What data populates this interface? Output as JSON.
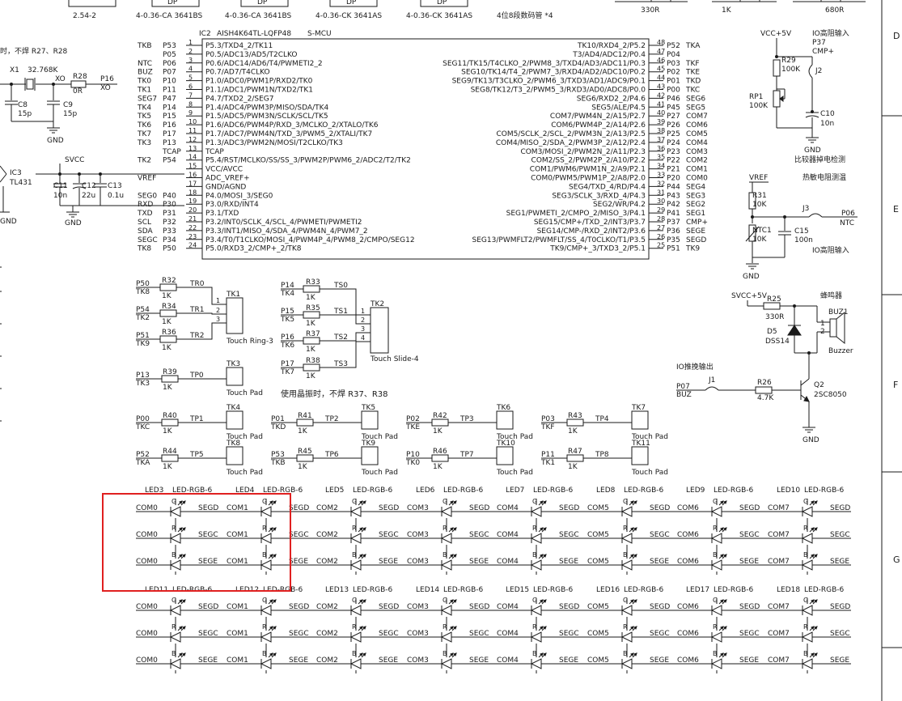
{
  "colors": {
    "line": "#1a1a1a",
    "highlight": "#e02020",
    "background": "#ffffff"
  },
  "border": {
    "rows": [
      "D",
      "E",
      "F",
      "G"
    ]
  },
  "top": {
    "segs": [
      "DP",
      "DP",
      "DP",
      "DP"
    ],
    "parts": [
      "2.54-2",
      "4-0.36-CA 3641BS",
      "4-0.36-CA 3641BS",
      "4-0.36-CK 3641AS",
      "4-0.36-CK 3641AS"
    ],
    "desc": "4位8段数码管 *4",
    "resistors": [
      "330R",
      "1K",
      "680R"
    ]
  },
  "left": {
    "note": "时，不焊 R27、R28",
    "x1": "X1",
    "x1_val": "32.768K",
    "xo": "XO",
    "r28": "R28",
    "r28_val": "0R",
    "p16": "P16",
    "xo2": "XO",
    "c8": "C8",
    "c8_val": "15p",
    "c9": "C9",
    "c9_val": "15p",
    "gnd": "GND",
    "ic3": "IC3",
    "ic3_part": "TL431",
    "gnd2": "GND",
    "svcc": "SVCC",
    "c11": "C11",
    "c11_val": "10n",
    "c12": "C12",
    "c12_val": "22u",
    "c13": "C13",
    "c13_val": "0.1u",
    "gnd3": "GND"
  },
  "mcu": {
    "ref": "IC2",
    "part": "AISH4K64TL-LQFP48",
    "name": "S-MCU",
    "left_nets": [
      "TKB",
      "",
      "NTC",
      "BUZ",
      "TK0",
      "TK1",
      "SEG7",
      "TK4",
      "TK5",
      "TK6",
      "TK7",
      "TK3",
      "",
      "TK2",
      "",
      "VREF",
      "",
      "SEG0",
      "RXD",
      "TXD",
      "SCL",
      "SDA",
      "SEGC",
      "TK8"
    ],
    "left_ports": [
      "P53",
      "P05",
      "P06",
      "P07",
      "P10",
      "P11",
      "P47",
      "P14",
      "P15",
      "P16",
      "P17",
      "P13",
      "TCAP",
      "P54",
      "",
      "",
      "",
      "P40",
      "P30",
      "P31",
      "P32",
      "P33",
      "P34",
      "P50"
    ],
    "left_pins": [
      "1",
      "2",
      "3",
      "4",
      "5",
      "6",
      "7",
      "8",
      "9",
      "10",
      "11",
      "12",
      "13",
      "14",
      "15",
      "16",
      "17",
      "18",
      "19",
      "20",
      "21",
      "22",
      "23",
      "24"
    ],
    "left_funcs": [
      "P5.3/TXD4_2/TK11",
      "P0.5/ADC13/AD5/T2CLKO",
      "P0.6/ADC14/AD6/T4/PWMETI2_2",
      "P0.7/AD7/T4CLKO",
      "P1.0/ADC0/PWM1P/RXD2/TK0",
      "P1.1/ADC1/PWM1N/TXD2/TK1",
      "P4.7/TXD2_2/SEG7",
      "P1.4/ADC4/PWM3P/MISO/SDA/TK4",
      "P1.5/ADC5/PWM3N/SCLK/SCL/TK5",
      "P1.6/ADC6/PWM4P/RXD_3/MCLKO_2/XTALO/TK6",
      "P1.7/ADC7/PWM4N/TXD_3/PWM5_2/XTALI/TK7",
      "P1.3/ADC3/PWM2N/MOSI/T2CLKO/TK3",
      "TCAP",
      "P5.4/RST/MCLKO/SS/SS_3/PWM2P/PWM6_2/ADC2/T2/TK2",
      "VCC/AVCC",
      "ADC_VREF+",
      "GND/AGND",
      "P4.0/MOSI_3/SEG0",
      "P3.0/RXD/INT4",
      "P3.1/TXD",
      "P3.2/INT0/SCLK_4/SCL_4/PWMETI/PWMETI2",
      "P3.3/INT1/MISO_4/SDA_4/PWM4N_4/PWM7_2",
      "P3.4/T0/T1CLKO/MOSI_4/PWM4P_4/PWM8_2/CMPO/SEG12",
      "P5.0/RXD3_2/CMP+_2/TK8"
    ],
    "right_funcs": [
      "TK10/RXD4_2/P5.2",
      "T3/AD4/ADC12/P0.4",
      "SEG11/TK15/T4CLKO_2/PWM8_3/TXD4/AD3/ADC11/P0.3",
      "SEG10/TK14/T4_2/PWM7_3/RXD4/AD2/ADC10/P0.2",
      "SEG9/TK13/T3CLKO_2/PWM6_3/TXD3/AD1/ADC9/P0.1",
      "SEG8/TK12/T3_2/PWM5_3/RXD3/AD0/ADC8/P0.0",
      "SEG6/RXD2_2/P4.6",
      "SEG5/ALE/P4.5",
      "COM7/PWM4N_2/A15/P2.7",
      "COM6/PWM4P_2/A14/P2.6",
      "COM5/SCLK_2/SCL_2/PWM3N_2/A13/P2.5",
      "COM4/MISO_2/SDA_2/PWM3P_2/A12/P2.4",
      "COM3/MOSI_2/PWM2N_2/A11/P2.3",
      "COM2/SS_2/PWM2P_2/A10/P2.2",
      "COM1/PWM6/PWM1N_2/A9/P2.1",
      "COM0/PWM5/PWM1P_2/A8/P2.0",
      "SEG4/TXD_4/RD/P4.4",
      "SEG3/SCLK_3/RXD_4/P4.3",
      "SEG2/WR/P4.2",
      "SEG1/PWMETI_2/CMPO_2/MISO_3/P4.1",
      "SEG15/CMP+/TXD_2/INT3/P3.7",
      "SEG14/CMP-/RXD_2/INT2/P3.6",
      "SEG13/PWMFLT2/PWMFLT/SS_4/T0CLKO/T1/P3.5",
      "TK9/CMP+_3/TXD3_2/P5.1"
    ],
    "right_pins": [
      "48",
      "47",
      "46",
      "45",
      "44",
      "43",
      "42",
      "41",
      "40",
      "39",
      "38",
      "37",
      "36",
      "35",
      "34",
      "33",
      "32",
      "31",
      "30",
      "29",
      "28",
      "27",
      "26",
      "25"
    ],
    "right_ports": [
      "P52",
      "P04",
      "P03",
      "P02",
      "P01",
      "P00",
      "P46",
      "P45",
      "P27",
      "P26",
      "P25",
      "P24",
      "P23",
      "P22",
      "P21",
      "P20",
      "P44",
      "P43",
      "P42",
      "P41",
      "P37",
      "P36",
      "P35",
      "P51"
    ],
    "right_nets": [
      "TKA",
      "",
      "TKF",
      "TKE",
      "TKD",
      "TKC",
      "SEG6",
      "SEG5",
      "COM7",
      "COM6",
      "COM5",
      "COM4",
      "COM3",
      "COM2",
      "COM1",
      "COM0",
      "SEG4",
      "SEG3",
      "SEG2",
      "SEG1",
      "CMP+",
      "SEGE",
      "SEGD",
      "TK9"
    ]
  },
  "right": {
    "vcc": "VCC+5V",
    "io_hi": "IO高阻输入",
    "p37": "P37",
    "cmp": "CMP+",
    "r29": "R29",
    "r29_val": "100K",
    "j2": "J2",
    "rp1": "RP1",
    "rp1_val": "100K",
    "c10": "C10",
    "c10_val": "10n",
    "gnd": "GND",
    "desc1": "比较器掉电检测",
    "desc2": "热敏电阻测温",
    "vref": "VREF",
    "r31": "R31",
    "r31_val": "10K",
    "j3": "J3",
    "p06": "P06",
    "ntc": "NTC",
    "ntc1": "NTC1",
    "ntc1_val": "10K",
    "c15": "C15",
    "c15_val": "100n",
    "io_hi2": "IO高阻输入",
    "gnd2": "GND",
    "svcc5": "SVCC+5V",
    "r25": "R25",
    "r25_val": "330R",
    "buzzer_title": "蜂鸣器",
    "buz1": "BUZ1",
    "buz_pin1": "1",
    "buz_pin2": "2",
    "buz_part": "Buzzer",
    "d5": "D5",
    "d5_part": "DSS14",
    "io_out": "IO推挽输出",
    "p07": "P07",
    "buz": "BUZ",
    "j1": "J1",
    "r26": "R26",
    "r26_val": "4.7K",
    "q2": "Q2",
    "q2_part": "2SC8050",
    "gnd3": "GND"
  },
  "touch_ring": {
    "rows": [
      {
        "port": "P50",
        "net": "TK8",
        "r": "R32",
        "val": "1K",
        "sig": "TR0",
        "pin": "1"
      },
      {
        "port": "P54",
        "net": "TK2",
        "r": "R34",
        "val": "1K",
        "sig": "TR1",
        "pin": "2"
      },
      {
        "port": "P51",
        "net": "TK9",
        "r": "R36",
        "val": "1K",
        "sig": "TR2",
        "pin": "3"
      }
    ],
    "ref": "TK1",
    "label": "Touch Ring-3"
  },
  "touch_slide": {
    "rows": [
      {
        "port": "P14",
        "net": "TK4",
        "r": "R33",
        "val": "1K",
        "sig": "TS0",
        "pin": "1"
      },
      {
        "port": "P15",
        "net": "TK5",
        "r": "R35",
        "val": "1K",
        "sig": "TS1",
        "pin": "2"
      },
      {
        "port": "P16",
        "net": "TK6",
        "r": "R37",
        "val": "1K",
        "sig": "TS2",
        "pin": "3"
      },
      {
        "port": "P17",
        "net": "TK7",
        "r": "R38",
        "val": "1K",
        "sig": "TS3",
        "pin": "4"
      }
    ],
    "ref": "TK2",
    "label": "Touch Slide-4"
  },
  "crystal_note": "使用晶振时，不焊 R37、R38",
  "touch_pads": [
    {
      "port": "P13",
      "net": "TK3",
      "r": "R39",
      "val": "1K",
      "tp": "TP0",
      "ref": "TK3",
      "label": "Touch Pad"
    },
    {
      "port": "P00",
      "net": "TKC",
      "r": "R40",
      "val": "1K",
      "tp": "TP1",
      "ref": "TK4",
      "label": "Touch Pad"
    },
    {
      "port": "P01",
      "net": "TKD",
      "r": "R41",
      "val": "1K",
      "tp": "TP2",
      "ref": "TK5",
      "label": "Touch Pad"
    },
    {
      "port": "P02",
      "net": "TKE",
      "r": "R42",
      "val": "1K",
      "tp": "TP3",
      "ref": "TK6",
      "label": "Touch Pad"
    },
    {
      "port": "P03",
      "net": "TKF",
      "r": "R43",
      "val": "1K",
      "tp": "TP4",
      "ref": "TK7",
      "label": "Touch Pad"
    },
    {
      "port": "P52",
      "net": "TKA",
      "r": "R44",
      "val": "1K",
      "tp": "TP5",
      "ref": "TK8",
      "label": "Touch Pad"
    },
    {
      "port": "P53",
      "net": "TKB",
      "r": "R45",
      "val": "1K",
      "tp": "TP6",
      "ref": "TK9",
      "label": "Touch Pad"
    },
    {
      "port": "P10",
      "net": "TK0",
      "r": "R46",
      "val": "1K",
      "tp": "TP7",
      "ref": "TK10",
      "label": "Touch Pad"
    },
    {
      "port": "P11",
      "net": "TK1",
      "r": "R47",
      "val": "1K",
      "tp": "TP8",
      "ref": "TK11",
      "label": "Touch Pad"
    }
  ],
  "leds": {
    "part": "LED-RGB-6",
    "colors": [
      "G",
      "R",
      "B"
    ],
    "row1": {
      "refs": [
        "LED3",
        "LED4",
        "LED5",
        "LED6",
        "LED7",
        "LED8",
        "LED9",
        "LED10"
      ],
      "coms": [
        "COM0",
        "COM1",
        "COM2",
        "COM3",
        "COM4",
        "COM5",
        "COM6",
        "COM7"
      ],
      "segs": [
        "SEGD",
        "SEGC",
        "SEGE"
      ]
    },
    "row2": {
      "refs": [
        "LED11",
        "LED12",
        "LED13",
        "LED14",
        "LED15",
        "LED16",
        "LED17",
        "LED18"
      ],
      "coms": [
        "COM0",
        "COM1",
        "COM2",
        "COM3",
        "COM4",
        "COM5",
        "COM6",
        "COM7"
      ],
      "segs": [
        "SEGD",
        "SEGC",
        "SEGE"
      ]
    }
  }
}
